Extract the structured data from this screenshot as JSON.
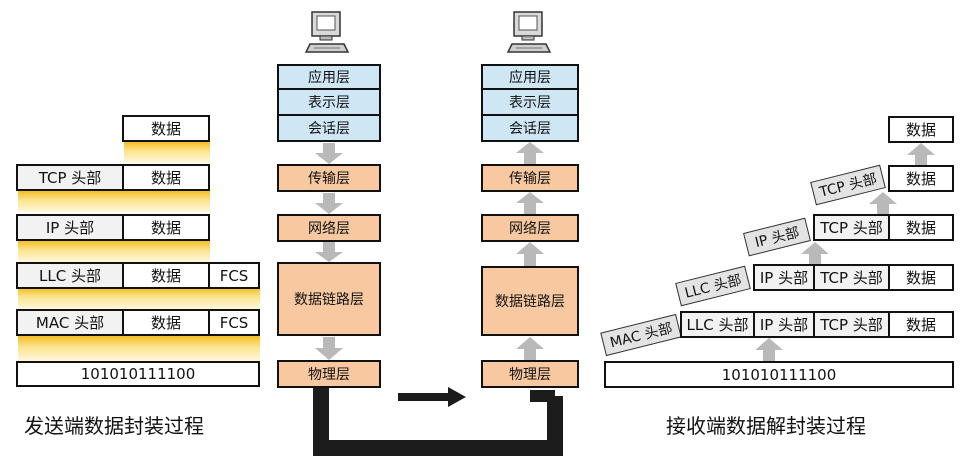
{
  "labels": {
    "data": "数据",
    "tcp_header": "TCP 头部",
    "ip_header": "IP 头部",
    "llc_header": "LLC 头部",
    "mac_header": "MAC 头部",
    "fcs": "FCS",
    "bits": "101010111100"
  },
  "sender_stack": {
    "application": "应用层",
    "presentation": "表示层",
    "session": "会话层",
    "transport": "传输层",
    "network": "网络层",
    "datalink": "数据链路层",
    "physical": "物理层"
  },
  "receiver_stack": {
    "application": "应用层",
    "presentation": "表示层",
    "session": "会话层",
    "transport": "传输层",
    "network": "网络层",
    "datalink": "数据链路层",
    "physical": "物理层"
  },
  "captions": {
    "encapsulation": "发送端数据封装过程",
    "decapsulation": "接收端数据解封装过程"
  },
  "colors": {
    "upper_layers": "#cfe6f5",
    "lower_layers": "#f8c9a0",
    "arrow": "#b9b9b9",
    "glow": "#f5b91a",
    "cable": "#1c1c1c"
  },
  "icons": [
    "computer-icon",
    "computer-icon"
  ]
}
